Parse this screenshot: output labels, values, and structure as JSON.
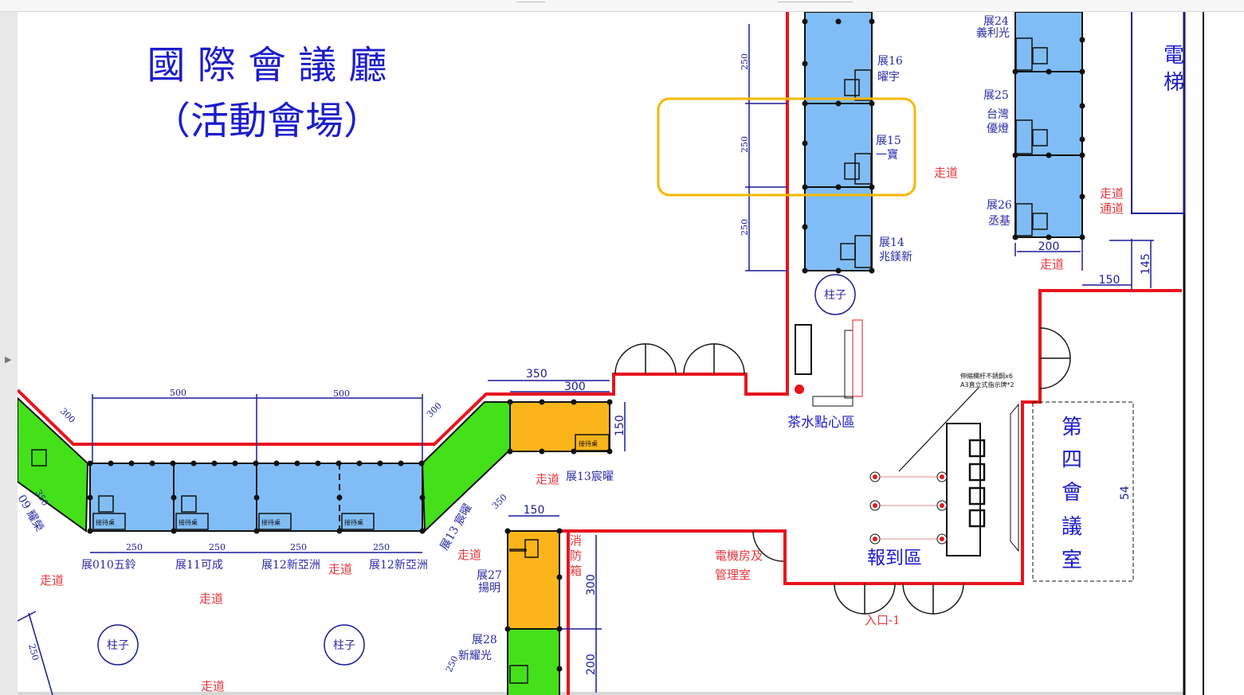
{
  "viewer": {
    "sidebar_toggle_icon": "chevron-right-icon"
  },
  "title": {
    "line1": "國 際 會 議 廳",
    "line2": "（活動會場）"
  },
  "booths": {
    "b16": {
      "no": "展16",
      "name": "曜宇"
    },
    "b15": {
      "no": "展15",
      "name": "一寶"
    },
    "b14": {
      "no": "展14",
      "name": "兆鎂新"
    },
    "b24": {
      "no": "展24",
      "name": "義利光"
    },
    "b25": {
      "no": "展25",
      "name1": "台灣",
      "name2": "優燈"
    },
    "b26": {
      "no": "展26",
      "name": "丞基"
    },
    "b10": "展010五鈴",
    "b11": "展11可成",
    "b12a": "展12新亞洲",
    "b12b": "展12新亞洲",
    "b13": "展13宸曜",
    "b13diag": "展13 宸曜",
    "b09": "09 耀榮",
    "b27": {
      "no": "展27",
      "name": "揚明"
    },
    "b28": {
      "no": "展28",
      "name": "新耀光"
    }
  },
  "desk_label": "接待桌",
  "aisle": "走道",
  "aisle_passage": {
    "line1": "走道",
    "line2": "通道"
  },
  "pillar": "柱子",
  "rooms": {
    "elevator": [
      "電",
      "梯"
    ],
    "tea": "茶水點心區",
    "checkin": "報到區",
    "entrance": "入口-1",
    "machine": {
      "line1": "電機房及",
      "line2": "管理室"
    },
    "fire_box": [
      "消",
      "防",
      "箱"
    ],
    "conf4": [
      "第",
      "四",
      "會",
      "議",
      "室"
    ]
  },
  "note": {
    "line1": "伸縮欄杆不銹鋼x6",
    "line2": "A3直立式指示牌*2"
  },
  "dimensions": {
    "d250a": "250",
    "d250b": "250",
    "d250c": "250",
    "d200": "200",
    "d150": "150",
    "d145": "145",
    "d500a": "500",
    "d500b": "500",
    "d300a": "300",
    "d300b": "300",
    "d350": "350",
    "d300c": "300",
    "d150b": "150",
    "r250a": "250",
    "r250b": "250",
    "r250c": "250",
    "r250d": "250",
    "d350b": "350",
    "d350c": "350",
    "d150c": "150",
    "d300d": "300",
    "d200b": "200",
    "d250d": "250",
    "d250e": "250",
    "d54": "54"
  },
  "highlight_color": "#f5b800"
}
